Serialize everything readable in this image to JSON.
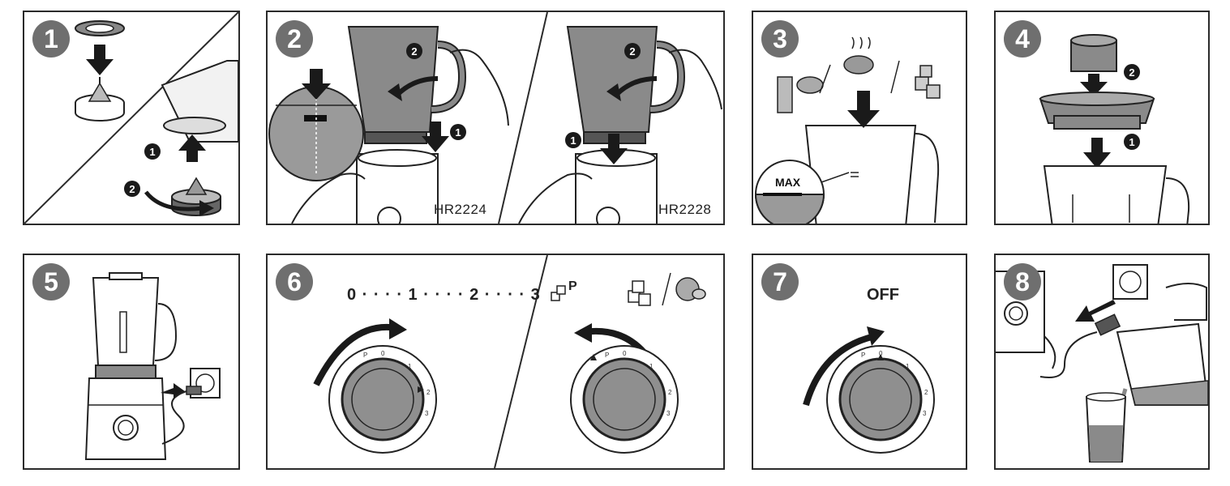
{
  "steps": [
    {
      "number": "1"
    },
    {
      "number": "2",
      "models": [
        "HR2224",
        "HR2228"
      ]
    },
    {
      "number": "3",
      "level_label": "MAX"
    },
    {
      "number": "4"
    },
    {
      "number": "5"
    },
    {
      "number": "6",
      "speed_scale": "0 · · · · 1 · · · · 2 · · · · 3",
      "pulse_label": "P"
    },
    {
      "number": "7",
      "state_label": "OFF"
    },
    {
      "number": "8"
    }
  ],
  "sub_steps": {
    "first": "1",
    "second": "2"
  },
  "dial": {
    "ticks": [
      "0",
      "1",
      "2",
      "3"
    ],
    "pulse": "P"
  },
  "colors": {
    "outline": "#2b2b2b",
    "glass": "#8a8a8a",
    "liquid": "#9a9a9a",
    "badge": "#6f6f6f",
    "knob": "#8f8f8f"
  }
}
